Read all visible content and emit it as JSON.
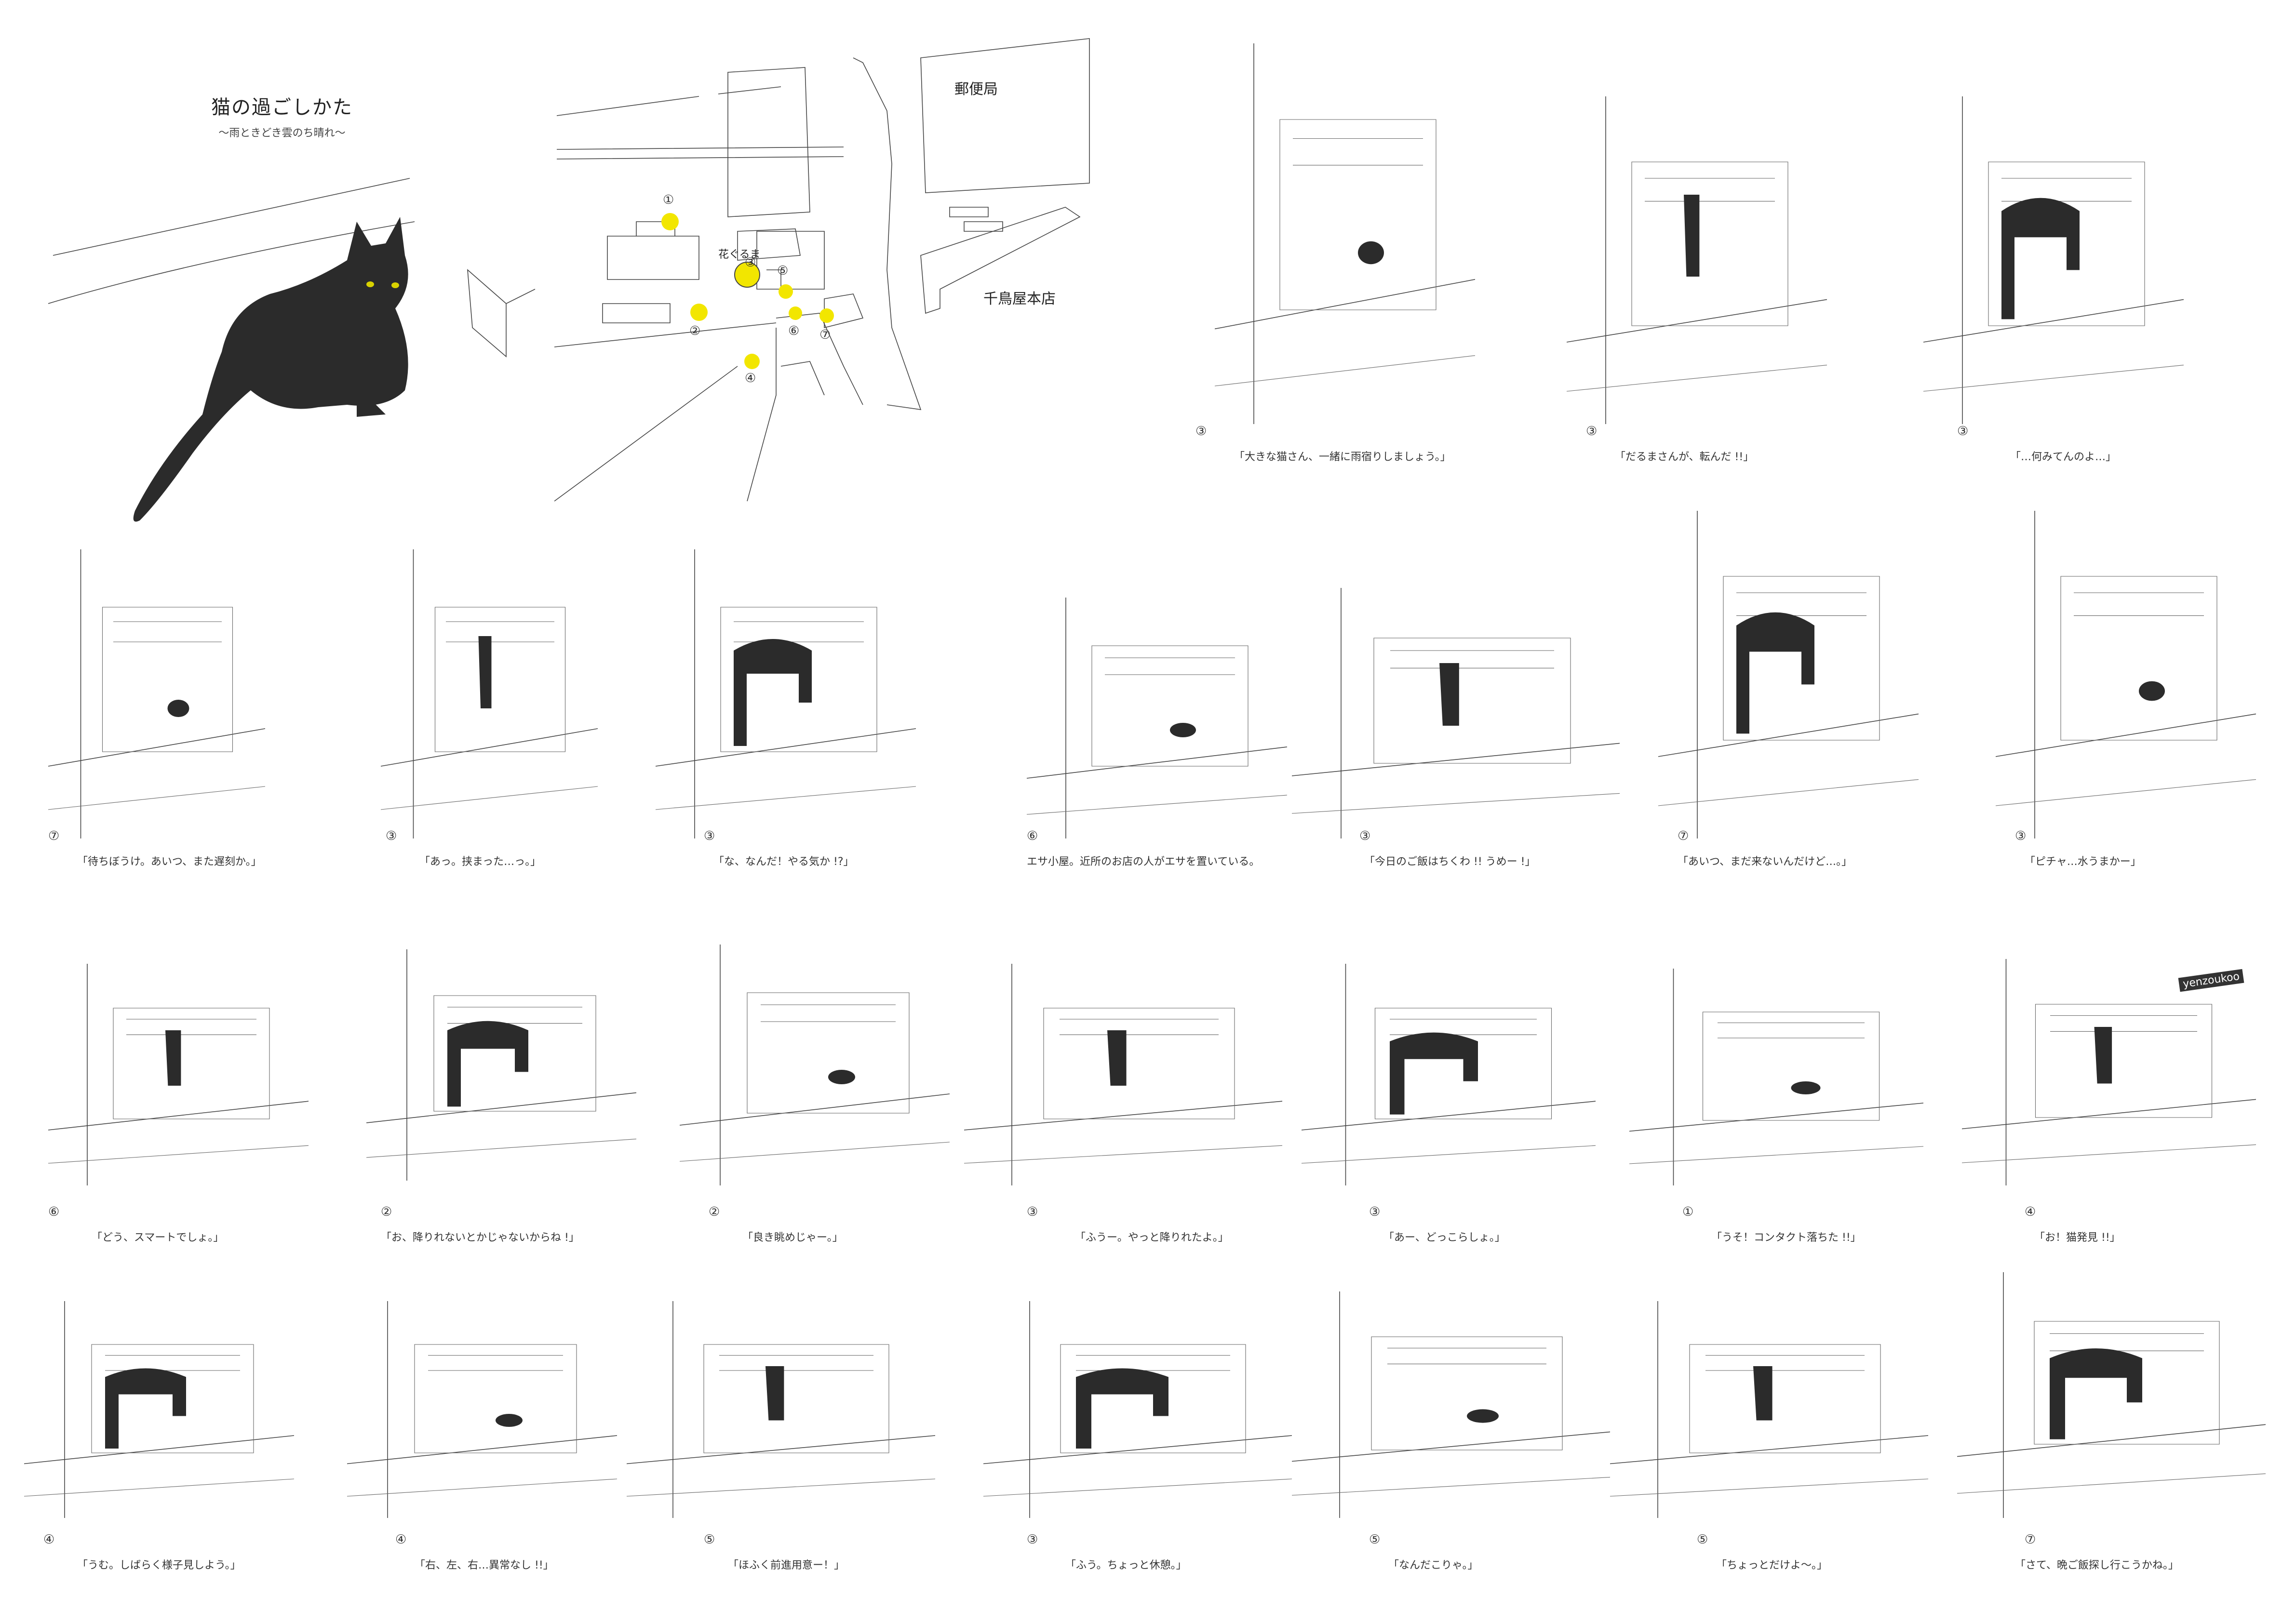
{
  "title": {
    "main": "猫の過ごしかた",
    "subtitle": "〜雨ときどき雲のち晴れ〜"
  },
  "map": {
    "labels": {
      "post_office": "郵便局",
      "store": "千鳥屋本店",
      "hanakuruma": "花ぐるま"
    },
    "markers": [
      "①",
      "②",
      "③",
      "④",
      "⑤",
      "⑥",
      "⑦"
    ],
    "marker_color": "#f2e600"
  },
  "panels": [
    {
      "num": "③",
      "caption": "「大きな猫さん、一緒に雨宿りしましょう。」"
    },
    {
      "num": "③",
      "caption": "「だるまさんが、転んだ !!」"
    },
    {
      "num": "③",
      "caption": "「…何みてんのよ…」"
    },
    {
      "num": "⑦",
      "caption": "「待ちぼうけ。あいつ、また遅刻か。」"
    },
    {
      "num": "③",
      "caption": "「あっ。挟まった…っ。」"
    },
    {
      "num": "③",
      "caption": "「な、なんだ！やる気か !?」"
    },
    {
      "num": "⑥",
      "caption": "エサ小屋。近所のお店の人がエサを置いている。"
    },
    {
      "num": "③",
      "caption": "「今日のご飯はちくわ !! うめー !」"
    },
    {
      "num": "⑦",
      "caption": "「あいつ、まだ来ないんだけど…。」"
    },
    {
      "num": "③",
      "caption": "「ピチャ…水うまかー」"
    },
    {
      "num": "⑥",
      "caption": "「どう、スマートでしょ。」"
    },
    {
      "num": "②",
      "caption": "「お、降りれないとかじゃないからね !」"
    },
    {
      "num": "②",
      "caption": "「良き眺めじゃー。」"
    },
    {
      "num": "③",
      "caption": "「ふうー。やっと降りれたよ。」"
    },
    {
      "num": "③",
      "caption": "「あー、どっこらしょ。」"
    },
    {
      "num": "①",
      "caption": "「うそ！コンタクト落ちた !!」"
    },
    {
      "num": "④",
      "caption": "「お！猫発見 !!」"
    },
    {
      "num": "④",
      "caption": "「うむ。しばらく様子見しよう。」"
    },
    {
      "num": "④",
      "caption": "「右、左、右…異常なし !!」"
    },
    {
      "num": "⑤",
      "caption": "「ほふく前進用意ー！」"
    },
    {
      "num": "③",
      "caption": "「ふう。ちょっと休憩。」"
    },
    {
      "num": "⑤",
      "caption": "「なんだこりゃ。」"
    },
    {
      "num": "⑤",
      "caption": "「ちょっとだけよ〜。」"
    },
    {
      "num": "⑦",
      "caption": "「さて、晩ご飯探し行こうかね。」"
    }
  ],
  "sign_text": "yenzoukoo",
  "colors": {
    "cat": "#2b2b2b",
    "line": "#444444",
    "eye": "#d9d200"
  }
}
